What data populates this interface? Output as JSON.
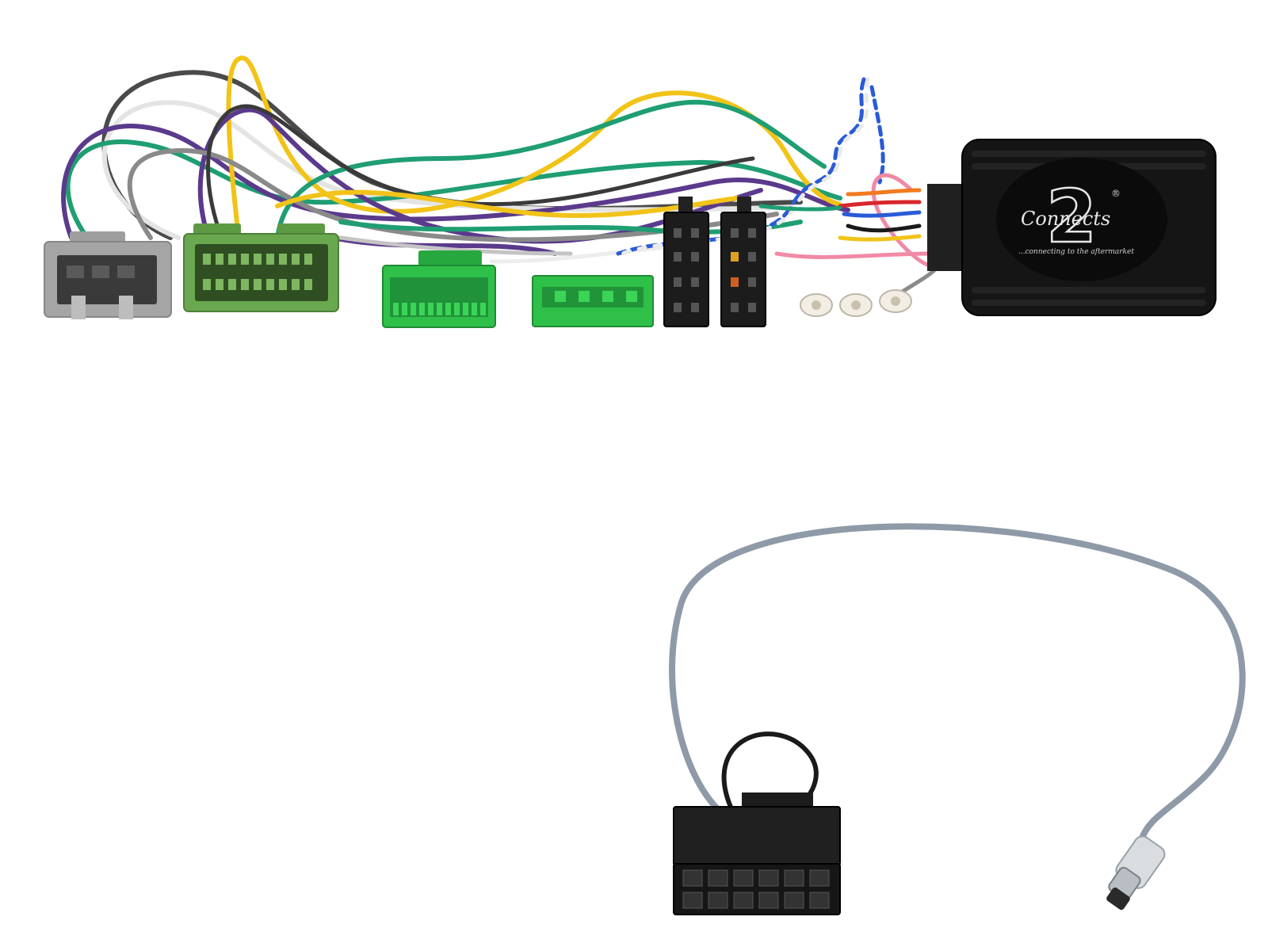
{
  "scene": {
    "background": "#ffffff",
    "wire_colors": {
      "yellow": "#f2c318",
      "purple": "#5b3a8c",
      "green": "#1f9e72",
      "gray": "#9a9a9a",
      "dark_gray": "#4a4a4a",
      "white": "#e9e9e9",
      "black": "#1a1a1a",
      "blue": "#2a5bd7",
      "pink": "#f08aa6",
      "orange": "#f07a1e",
      "red": "#d8262c",
      "light_gray_cable": "#8f9aa8"
    },
    "connector_colors": {
      "gray_plug": "#a5a5a5",
      "green_plug": "#6aa84f",
      "bright_green_plug": "#2fc04a",
      "iso_black": "#1c1c1c",
      "module_black": "#151515"
    }
  },
  "module": {
    "logo_symbol": "2",
    "brand": "Connects",
    "tagline": "...connecting to the aftermarket",
    "registered_mark": "®"
  }
}
